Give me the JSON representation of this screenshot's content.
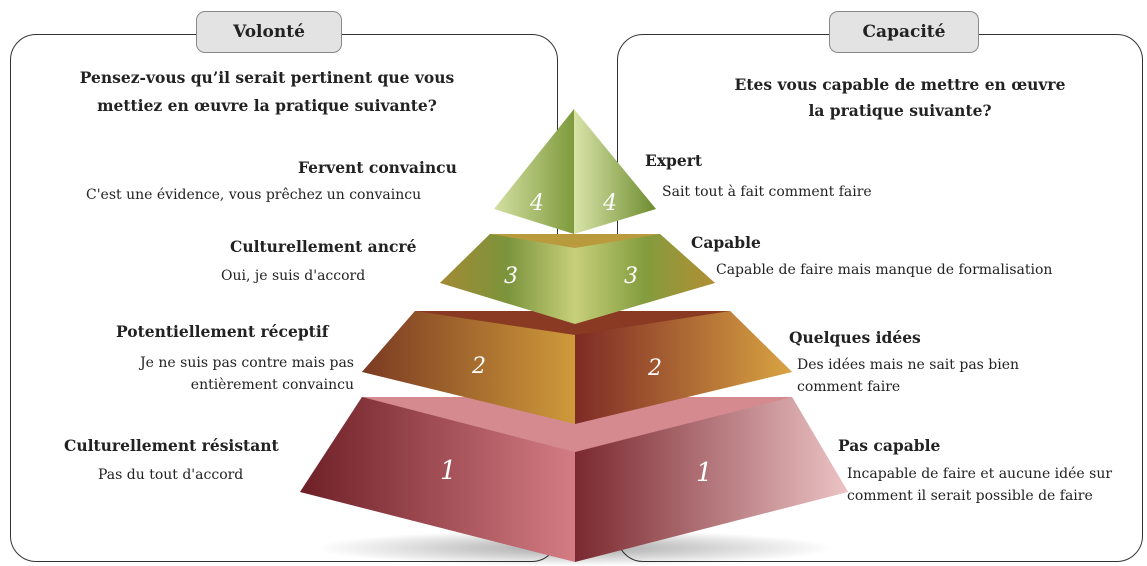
{
  "left_panel": {
    "tab_label": "Volonté",
    "question_line1": "Pensez-vous qu’il serait pertinent que vous",
    "question_line2": "mettiez en œuvre la pratique suivante?",
    "levels": [
      {
        "level": "4",
        "title": "Fervent convaincu",
        "desc_line1": "C'est une évidence, vous prêchez un convaincu",
        "desc_line2": ""
      },
      {
        "level": "3",
        "title": "Culturellement ancré",
        "desc_line1": "Oui, je suis d'accord",
        "desc_line2": ""
      },
      {
        "level": "2",
        "title": "Potentiellement réceptif",
        "desc_line1": "Je ne suis pas contre mais pas",
        "desc_line2": "entièrement convaincu"
      },
      {
        "level": "1",
        "title": "Culturellement résistant",
        "desc_line1": "Pas du tout d'accord",
        "desc_line2": ""
      }
    ]
  },
  "right_panel": {
    "tab_label": "Capacité",
    "question_line1": "Etes vous capable de mettre en œuvre",
    "question_line2": "la pratique suivante?",
    "levels": [
      {
        "level": "4",
        "title": "Expert",
        "desc_line1": "Sait tout à fait comment faire",
        "desc_line2": ""
      },
      {
        "level": "3",
        "title": "Capable",
        "desc_line1": "Capable de faire mais manque de formalisation",
        "desc_line2": ""
      },
      {
        "level": "2",
        "title": "Quelques idées",
        "desc_line1": "Des idées mais ne sait pas bien",
        "desc_line2": "comment faire"
      },
      {
        "level": "1",
        "title": "Pas capable",
        "desc_line1": "Incapable de faire et aucune idée sur",
        "desc_line2": "comment il serait possible de faire"
      }
    ]
  },
  "pyramid_colors": {
    "tier4": "#7f9b3b",
    "tier3": "#a3b24a",
    "tier2": "#b8862e",
    "tier1": "#c26b73"
  }
}
